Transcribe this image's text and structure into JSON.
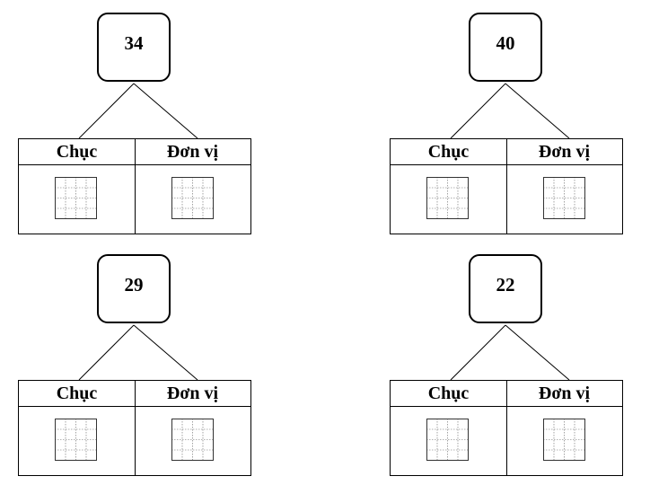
{
  "units": [
    {
      "number": "34",
      "tens_label": "Chục",
      "ones_label": "Đơn vị"
    },
    {
      "number": "40",
      "tens_label": "Chục",
      "ones_label": "Đơn vị"
    },
    {
      "number": "29",
      "tens_label": "Chục",
      "ones_label": "Đơn vị"
    },
    {
      "number": "22",
      "tens_label": "Chục",
      "ones_label": "Đơn vị"
    }
  ]
}
